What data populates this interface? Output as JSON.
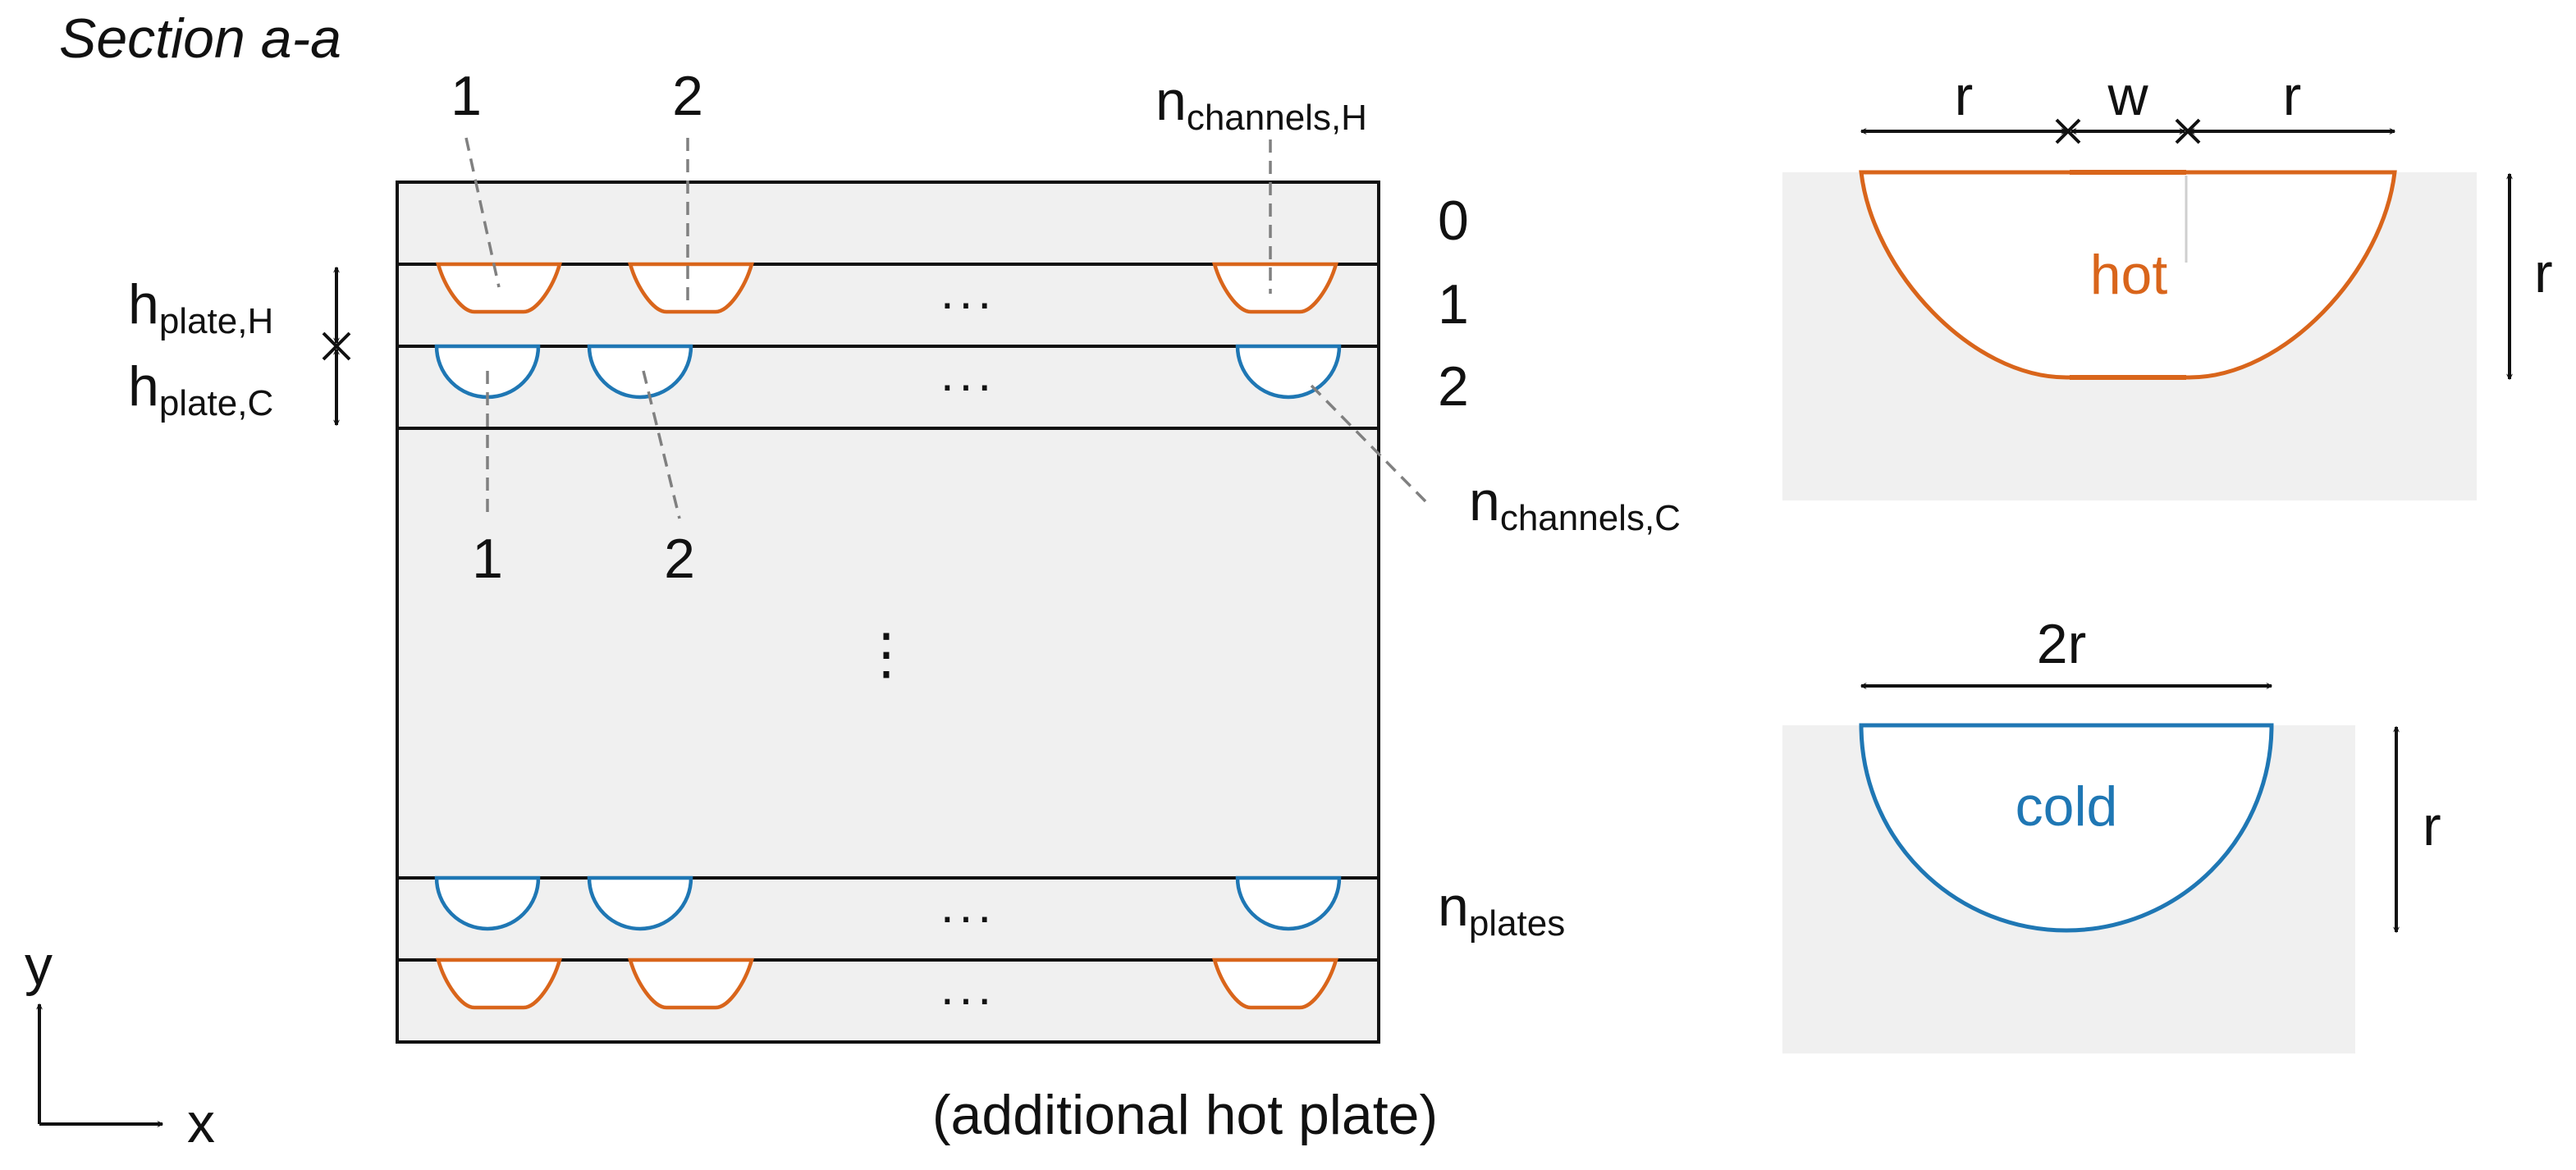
{
  "title": "Section a-a",
  "colors": {
    "hot": "#d9651b",
    "cold": "#1f77b4",
    "plate_fill": "#f0f0f0",
    "line": "#111111",
    "leader": "#808080"
  },
  "labels": {
    "hot_top_1": "1",
    "hot_top_2": "2",
    "n_channels_h": {
      "base": "n",
      "sub": "channels,H"
    },
    "cold_bot_1": "1",
    "cold_bot_2": "2",
    "n_channels_c": {
      "base": "n",
      "sub": "channels,C"
    },
    "h_plate_h": {
      "base": "h",
      "sub": "plate,H"
    },
    "h_plate_c": {
      "base": "h",
      "sub": "plate,C"
    },
    "row_0": "0",
    "row_1": "1",
    "row_2": "2",
    "n_plates": {
      "base": "n",
      "sub": "plates"
    },
    "ellipsis_h": "...",
    "ellipsis_v": "⋮",
    "additional_hot_plate": "(additional hot plate)",
    "axis_y": "y",
    "axis_x": "x"
  },
  "hot_detail": {
    "r_left": "r",
    "w": "w",
    "r_right": "r",
    "r_side": "r",
    "label": "hot"
  },
  "cold_detail": {
    "two_r": "2r",
    "r_side": "r",
    "label": "cold"
  }
}
